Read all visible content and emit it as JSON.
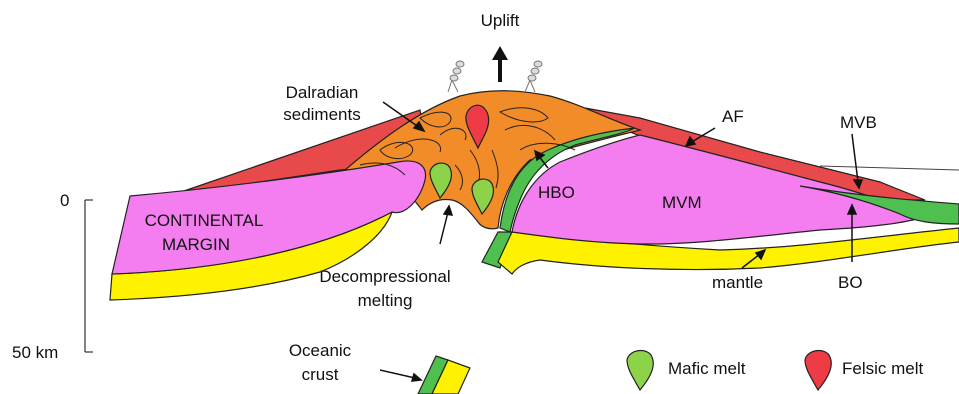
{
  "labels": {
    "uplift": "Uplift",
    "dalradian_line1": "Dalradian",
    "dalradian_line2": "sediments",
    "af": "AF",
    "mvb": "MVB",
    "zero": "0",
    "continental_line1": "CONTINENTAL",
    "continental_line2": "MARGIN",
    "hbo": "HBO",
    "mvm": "MVM",
    "decomp_line1": "Decompressional",
    "decomp_line2": "melting",
    "mantle": "mantle",
    "bo": "BO",
    "fifty_km": "50 km",
    "oceanic_line1": "Oceanic",
    "oceanic_line2": "crust"
  },
  "legend": {
    "mafic": "Mafic melt",
    "felsic": "Felsic melt"
  },
  "colors": {
    "orange": "#f28c28",
    "red": "#e8494b",
    "magenta": "#f47ef0",
    "yellow": "#fff200",
    "green": "#4fbf4f",
    "mafic": "#8dd34a",
    "felsic": "#ee3b45"
  }
}
